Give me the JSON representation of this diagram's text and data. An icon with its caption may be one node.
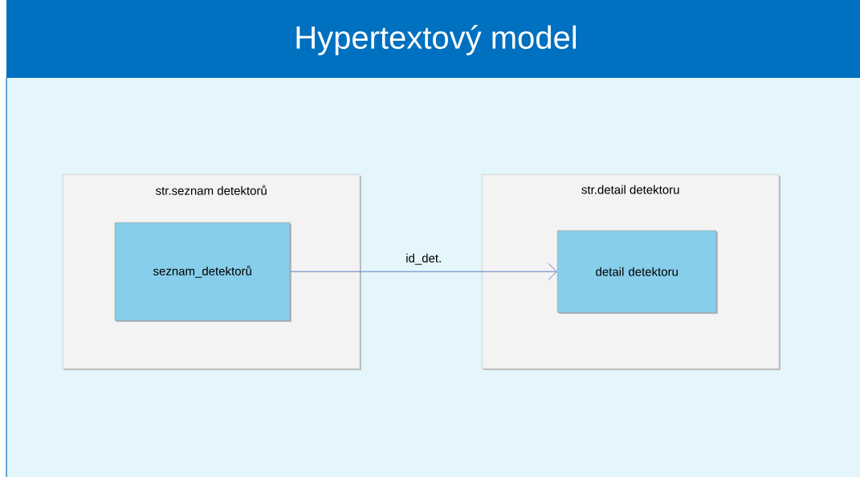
{
  "diagram": {
    "title": "Hypertextový model",
    "nodes": [
      {
        "text": [
          "str.seznam detektorů"
        ]
      },
      {
        "text": [
          "seznam_detektorů"
        ],
        "in": 0
      },
      {
        "text": [
          "str.detail detektoru"
        ]
      },
      {
        "text": [
          "detail detektoru"
        ],
        "in": 2
      }
    ],
    "edges": [
      {
        "from": 1,
        "to": 3,
        "arrow": "to",
        "label": "id_det."
      }
    ]
  }
}
